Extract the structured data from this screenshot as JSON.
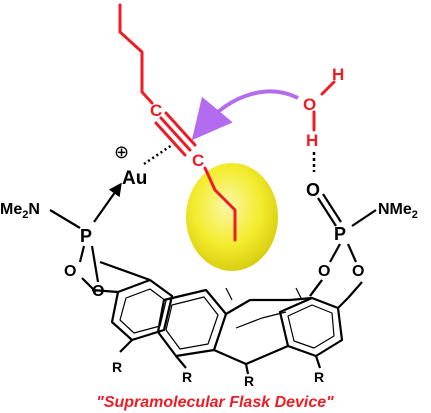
{
  "labels": {
    "carbon_top": "C",
    "carbon_bottom": "C",
    "oxygen_water": "O",
    "hydrogen_top": "H",
    "hydrogen_bottom": "H",
    "gold": "Au",
    "charge": "⊕",
    "left_amine_me": "Me",
    "left_amine_sub": "2",
    "left_amine_n": "N",
    "left_phosphorus": "P",
    "left_o_upper": "O",
    "left_o_lower": "O",
    "right_oxygen_double": "O",
    "right_phosphorus": "P",
    "right_amine": "NMe",
    "right_amine_sub": "2",
    "right_o_upper": "O",
    "right_o_lower": "O",
    "r_groups": [
      "R",
      "R",
      "R",
      "R"
    ]
  },
  "caption": "\"Supramolecular Flask Device\"",
  "colors": {
    "alkyne": "#ee1c25",
    "nucleophile_arrow": "#b36cf0",
    "substrate_sphere": "#f4ec2e",
    "bonds": "#000000"
  }
}
